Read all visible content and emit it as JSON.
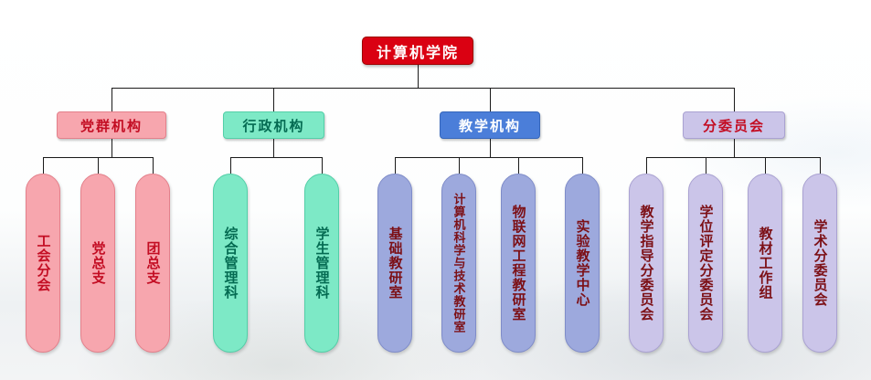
{
  "root": {
    "label": "计算机学院"
  },
  "groups": [
    {
      "label": "党群机构",
      "children": [
        {
          "label": "工会分会"
        },
        {
          "label": "党总支"
        },
        {
          "label": "团总支"
        }
      ]
    },
    {
      "label": "行政机构",
      "children": [
        {
          "label": "综合管理科"
        },
        {
          "label": "学生管理科"
        }
      ]
    },
    {
      "label": "教学机构",
      "children": [
        {
          "label": "基础教研室"
        },
        {
          "label": "计算机科学与技术教研室"
        },
        {
          "label": "物联网工程教研室"
        },
        {
          "label": "实验教学中心"
        }
      ]
    },
    {
      "label": "分委员会",
      "children": [
        {
          "label": "教学指导分委员会"
        },
        {
          "label": "学位评定分委员会"
        },
        {
          "label": "教材工作组"
        },
        {
          "label": "学术分委员会"
        }
      ]
    }
  ],
  "colors": {
    "line": "#1a1a1a",
    "root_bg": "#da0112",
    "root_fg": "#ffffff",
    "root_bd": "#9e0000",
    "pink_bg": "#f7a6ae",
    "pink_fg": "#c30d23",
    "pink_bd": "#e4808b",
    "mint_bg": "#7de9c6",
    "mint_fg": "#046b52",
    "mint_bd": "#53cfa8",
    "blue_bg": "#4b7ed9",
    "blue_fg": "#ffffff",
    "blue_bd": "#3566bb",
    "peri_bg": "#9da9dd",
    "peri_fg": "#7c1016",
    "peri_bd": "#7f8cc9",
    "lav_bg": "#cbc5e9",
    "lav_fg": "#7c1016",
    "lav_hdr_fg": "#c30d23",
    "lav_bd": "#aaa2d2"
  }
}
